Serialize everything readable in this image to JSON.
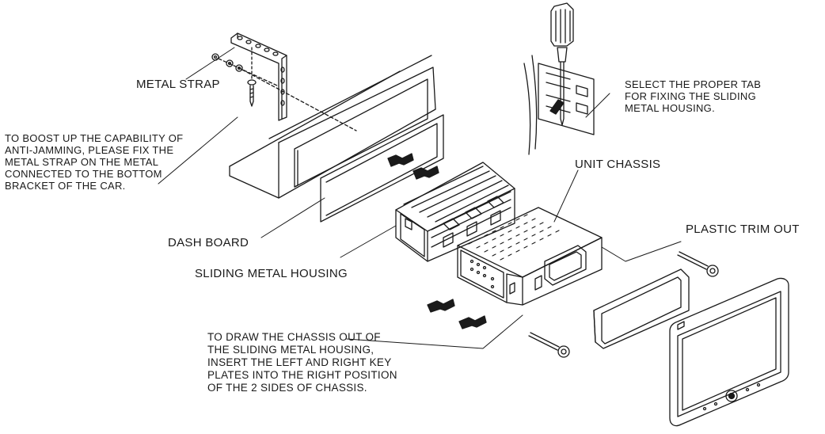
{
  "labels": {
    "metal_strap": "METAL STRAP",
    "dash_board": "DASH BOARD",
    "sliding_metal_housing": "SLIDING METAL HOUSING",
    "unit_chassis": "UNIT CHASSIS",
    "plastic_trim_out": "PLASTIC TRIM OUT"
  },
  "notes": {
    "anti_jamming": [
      "TO BOOST UP THE CAPABILITY OF",
      "ANTI-JAMMING, PLEASE FIX THE",
      "METAL STRAP ON THE METAL",
      "CONNECTED TO THE BOTTOM",
      "BRACKET OF THE CAR."
    ],
    "select_tab": [
      "SELECT THE PROPER TAB",
      "FOR FIXING THE SLIDING",
      "METAL HOUSING."
    ],
    "draw_chassis": [
      "TO DRAW THE CHASSIS OUT OF",
      "THE SLIDING METAL HOUSING,",
      "INSERT THE LEFT AND RIGHT KEY",
      "PLATES INTO THE RIGHT POSITION",
      "OF THE 2 SIDES OF CHASSIS."
    ]
  },
  "colors": {
    "line": "#1a1a1a",
    "background": "#ffffff"
  }
}
